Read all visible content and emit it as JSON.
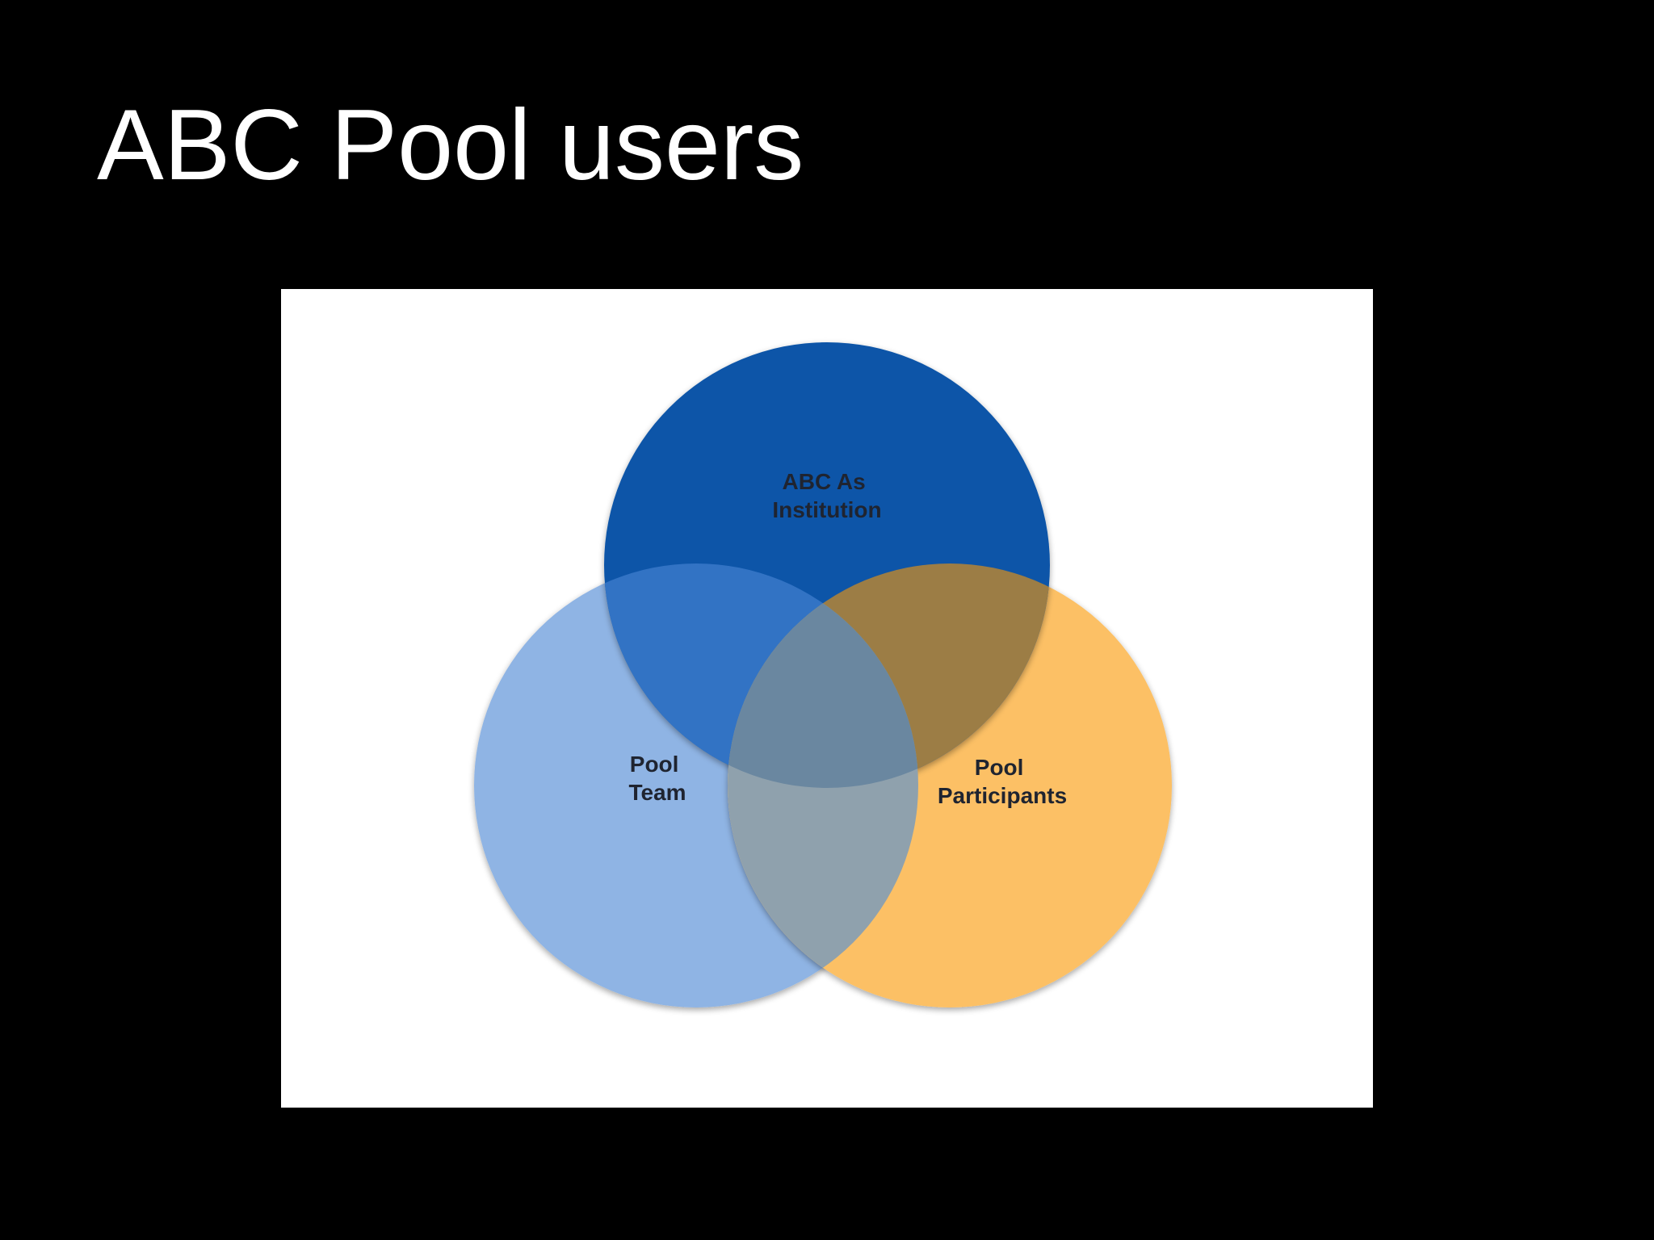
{
  "slide": {
    "title": "ABC Pool users"
  },
  "diagram": {
    "type": "venn",
    "sets": [
      {
        "id": "institution",
        "label_lines": [
          "ABC As",
          "Institution"
        ],
        "color": "#0b55a8"
      },
      {
        "id": "team",
        "label_lines": [
          "Pool",
          "Team"
        ],
        "color": "#8fb4e4"
      },
      {
        "id": "participants",
        "label_lines": [
          "Pool",
          "Participants"
        ],
        "color": "#fcc065"
      }
    ],
    "overlap_colors": {
      "institution_team": "#3273c4",
      "institution_participants": "#9c7d45",
      "team_participants": "#8fa1ad",
      "all_three": "#6a87a0"
    },
    "background_color": "#ffffff"
  }
}
